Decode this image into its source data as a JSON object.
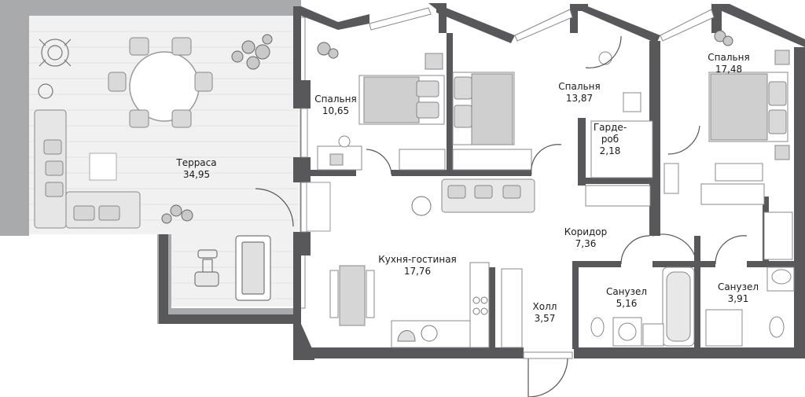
{
  "colors": {
    "wall": "#58585a",
    "wall_edge": "#3f3f41",
    "terrace_wall": "#a9aaac",
    "deck": "#f1f1f1",
    "furniture_fill": "#d6d6d6",
    "furniture_stroke": "#9a9a9a",
    "line": "#6b6b6b"
  },
  "rooms": [
    {
      "id": "terrace",
      "name": "Терраса",
      "area": "34,95"
    },
    {
      "id": "bedroom1",
      "name": "Спальня",
      "area": "10,65"
    },
    {
      "id": "bedroom2",
      "name": "Спальня",
      "area": "13,87"
    },
    {
      "id": "wardrobe",
      "name": "Гарде-",
      "name2": "роб",
      "area": "2,18"
    },
    {
      "id": "bedroom3",
      "name": "Спальня",
      "area": "17,48"
    },
    {
      "id": "corridor",
      "name": "Коридор",
      "area": "7,36"
    },
    {
      "id": "kitchen",
      "name": "Кухня-гостиная",
      "area": "17,76"
    },
    {
      "id": "hall",
      "name": "Холл",
      "area": "3,57"
    },
    {
      "id": "bath1",
      "name": "Санузел",
      "area": "5,16"
    },
    {
      "id": "bath2",
      "name": "Санузел",
      "area": "3,91"
    }
  ],
  "icons": [
    "table-icon",
    "chair-icon",
    "sofa-icon",
    "bed-icon",
    "plant-icon",
    "desk-icon",
    "stove-icon",
    "sink-icon",
    "toilet-icon",
    "bathtub-icon",
    "washer-icon",
    "treadmill-icon",
    "exercise-bike-icon",
    "door-icon",
    "window-icon"
  ]
}
